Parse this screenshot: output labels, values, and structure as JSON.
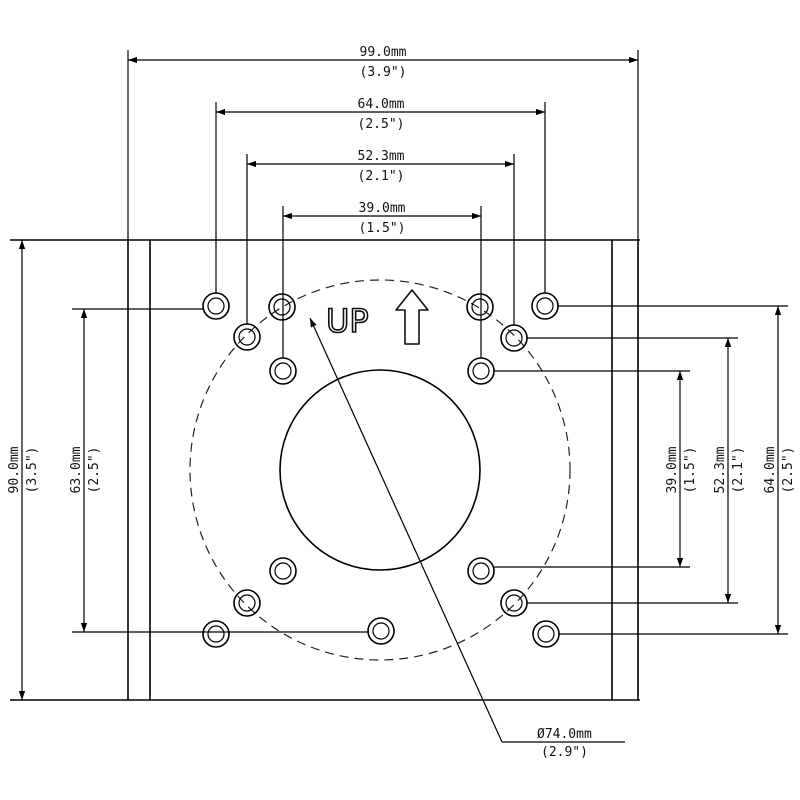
{
  "drawing": {
    "up_label": "UP",
    "up_arrow_icon": "up-arrow-icon",
    "dimensions": {
      "overall_width": {
        "mm": "99.0mm",
        "in": "(3.9\")"
      },
      "hole_64": {
        "mm": "64.0mm",
        "in": "(2.5\")"
      },
      "hole_52": {
        "mm": "52.3mm",
        "in": "(2.1\")"
      },
      "hole_39": {
        "mm": "39.0mm",
        "in": "(1.5\")"
      },
      "overall_height": {
        "mm": "90.0mm",
        "in": "(3.5\")"
      },
      "left_63": {
        "mm": "63.0mm",
        "in": "(2.5\")"
      },
      "right_39": {
        "mm": "39.0mm",
        "in": "(1.5\")"
      },
      "right_52": {
        "mm": "52.3mm",
        "in": "(2.1\")"
      },
      "right_64": {
        "mm": "64.0mm",
        "in": "(2.5\")"
      },
      "diameter": {
        "mm": "Ø74.0mm",
        "in": "(2.9\")"
      }
    }
  }
}
